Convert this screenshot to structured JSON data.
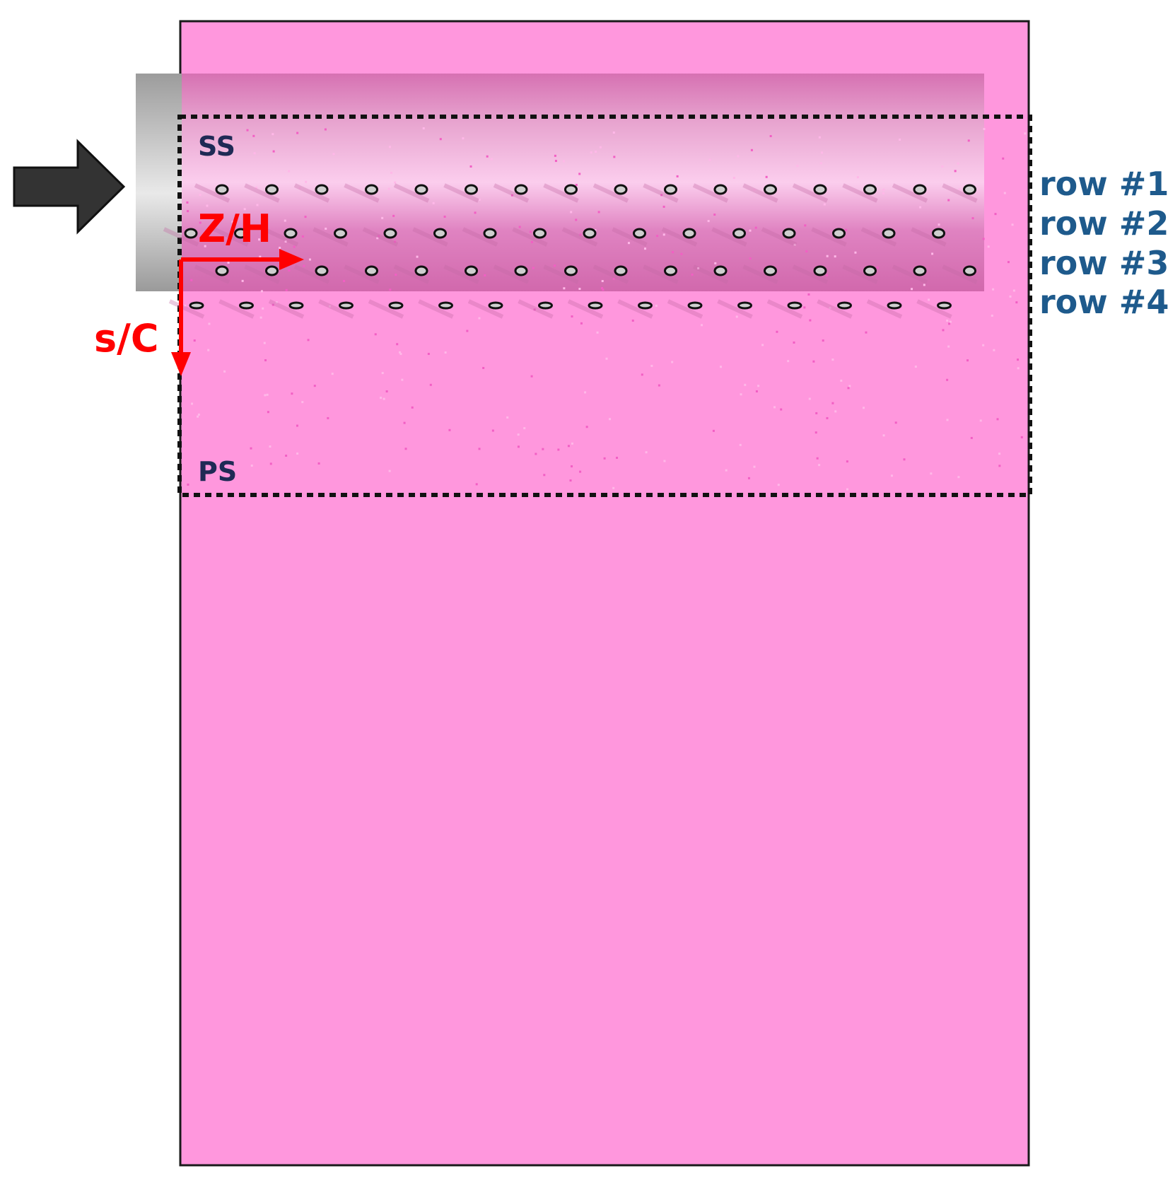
{
  "labels": {
    "suction_side": "SS",
    "pressure_side": "PS",
    "axis_spanwise": "Z/H",
    "axis_streamwise": "s/C",
    "rows": [
      "row #1",
      "row #2",
      "row #3",
      "row #4"
    ]
  },
  "holes_per_row": [
    16,
    16,
    16,
    16
  ],
  "colors": {
    "blade": "#FF97DD",
    "blade_band": "#D96FB4",
    "leading_edge": "#A8A8A8",
    "arrow": "#333333",
    "axis_arrows": "#FF0000",
    "surface_labels": "#1F2A55",
    "row_labels": "#1E5A8C",
    "outline": "#1a1a1a"
  },
  "icons": {
    "flow_direction": "thick-right-arrow-icon",
    "spanwise_axis": "red-right-arrow-icon",
    "streamwise_axis": "red-down-arrow-icon"
  }
}
